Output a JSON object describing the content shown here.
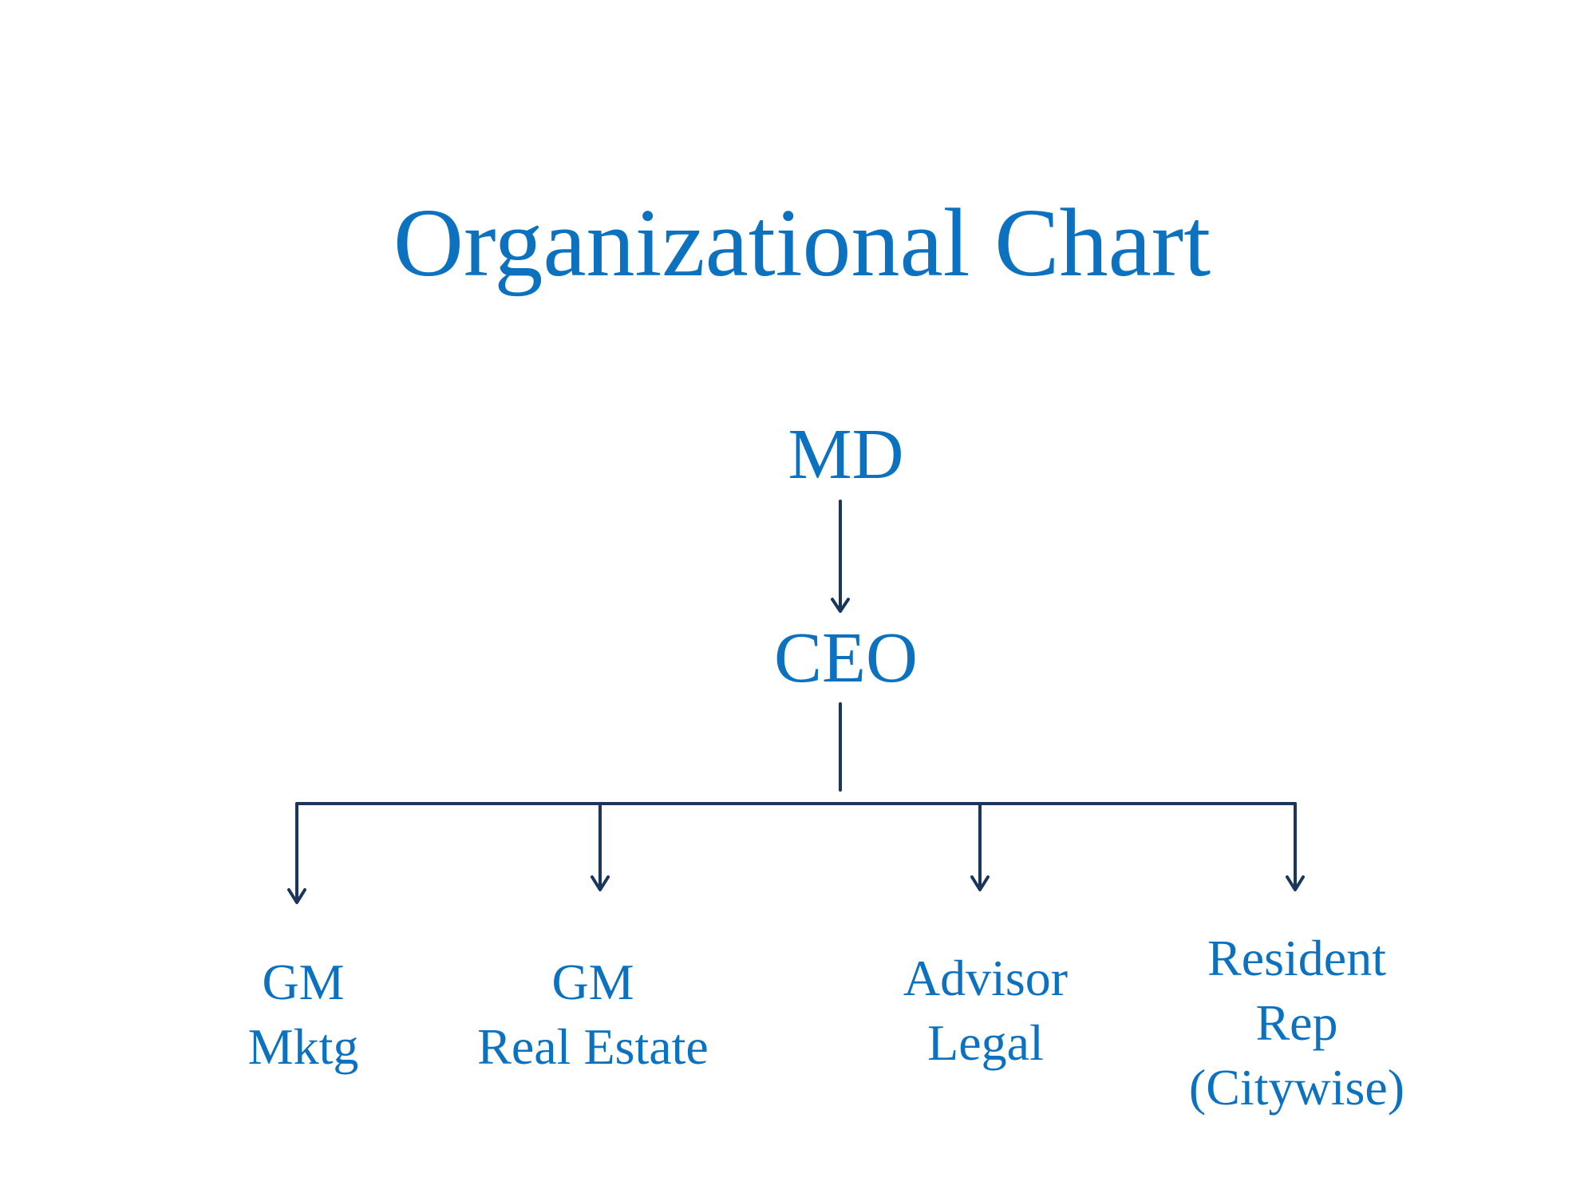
{
  "title": "Organizational Chart",
  "colors": {
    "text": "#0C72C0",
    "connector": "#1B365D"
  },
  "nodes": {
    "md": {
      "lines": [
        "MD"
      ]
    },
    "ceo": {
      "lines": [
        "CEO"
      ]
    },
    "gm_mktg": {
      "lines": [
        "GM",
        "Mktg"
      ]
    },
    "gm_real_estate": {
      "lines": [
        "GM",
        "Real Estate"
      ]
    },
    "advisor_legal": {
      "lines": [
        "Advisor",
        "Legal"
      ]
    },
    "resident_rep": {
      "lines": [
        "Resident",
        "Rep",
        "(Citywise)"
      ]
    }
  },
  "hierarchy": [
    {
      "from": "MD",
      "to": "CEO"
    },
    {
      "from": "CEO",
      "to": "GM Mktg"
    },
    {
      "from": "CEO",
      "to": "GM Real Estate"
    },
    {
      "from": "CEO",
      "to": "Advisor Legal"
    },
    {
      "from": "CEO",
      "to": "Resident Rep (Citywise)"
    }
  ]
}
